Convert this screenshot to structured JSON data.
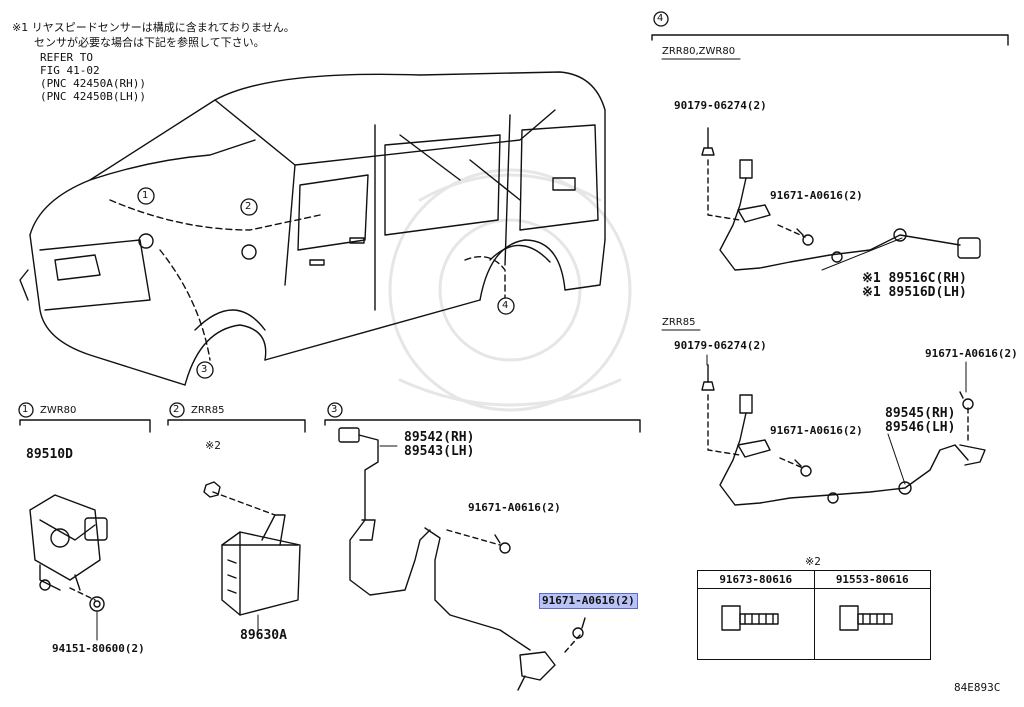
{
  "notes": {
    "jp_line1": "※1 リヤスピードセンサーは構成に含まれておりません。",
    "jp_line2": "センサが必要な場合は下記を参照して下さい。",
    "refer_lines": [
      "REFER TO",
      "FIG 41-02",
      "(PNC 42450A(RH))",
      "(PNC 42450B(LH))"
    ]
  },
  "callouts": [
    "1",
    "2",
    "3",
    "4"
  ],
  "sections": {
    "s1": {
      "num": "1",
      "label": "ZWR80",
      "parts": [
        "89510D",
        "94151-80600(2)"
      ]
    },
    "s2": {
      "num": "2",
      "label": "ZRR85",
      "mark": "※2",
      "parts": [
        "89630A"
      ]
    },
    "s3": {
      "num": "3",
      "parts": [
        "89542(RH)",
        "89543(LH)",
        "91671-A0616(2)",
        "91671-A0616(2)"
      ]
    },
    "s4": {
      "num": "4",
      "upper": {
        "label": "ZRR80,ZWR80",
        "parts": [
          "90179-06274(2)",
          "91671-A0616(2)",
          "※1 89516C(RH)",
          "※1 89516D(LH)"
        ]
      },
      "lower": {
        "label": "ZRR85",
        "parts": [
          "90179-06274(2)",
          "91671-A0616(2)",
          "89545(RH)",
          "89546(LH)",
          "91671-A0616(2)"
        ]
      }
    }
  },
  "bolt_table": {
    "mark": "※2",
    "headers": [
      "91673-80616",
      "91553-80616"
    ]
  },
  "figure_code": "84E893C"
}
